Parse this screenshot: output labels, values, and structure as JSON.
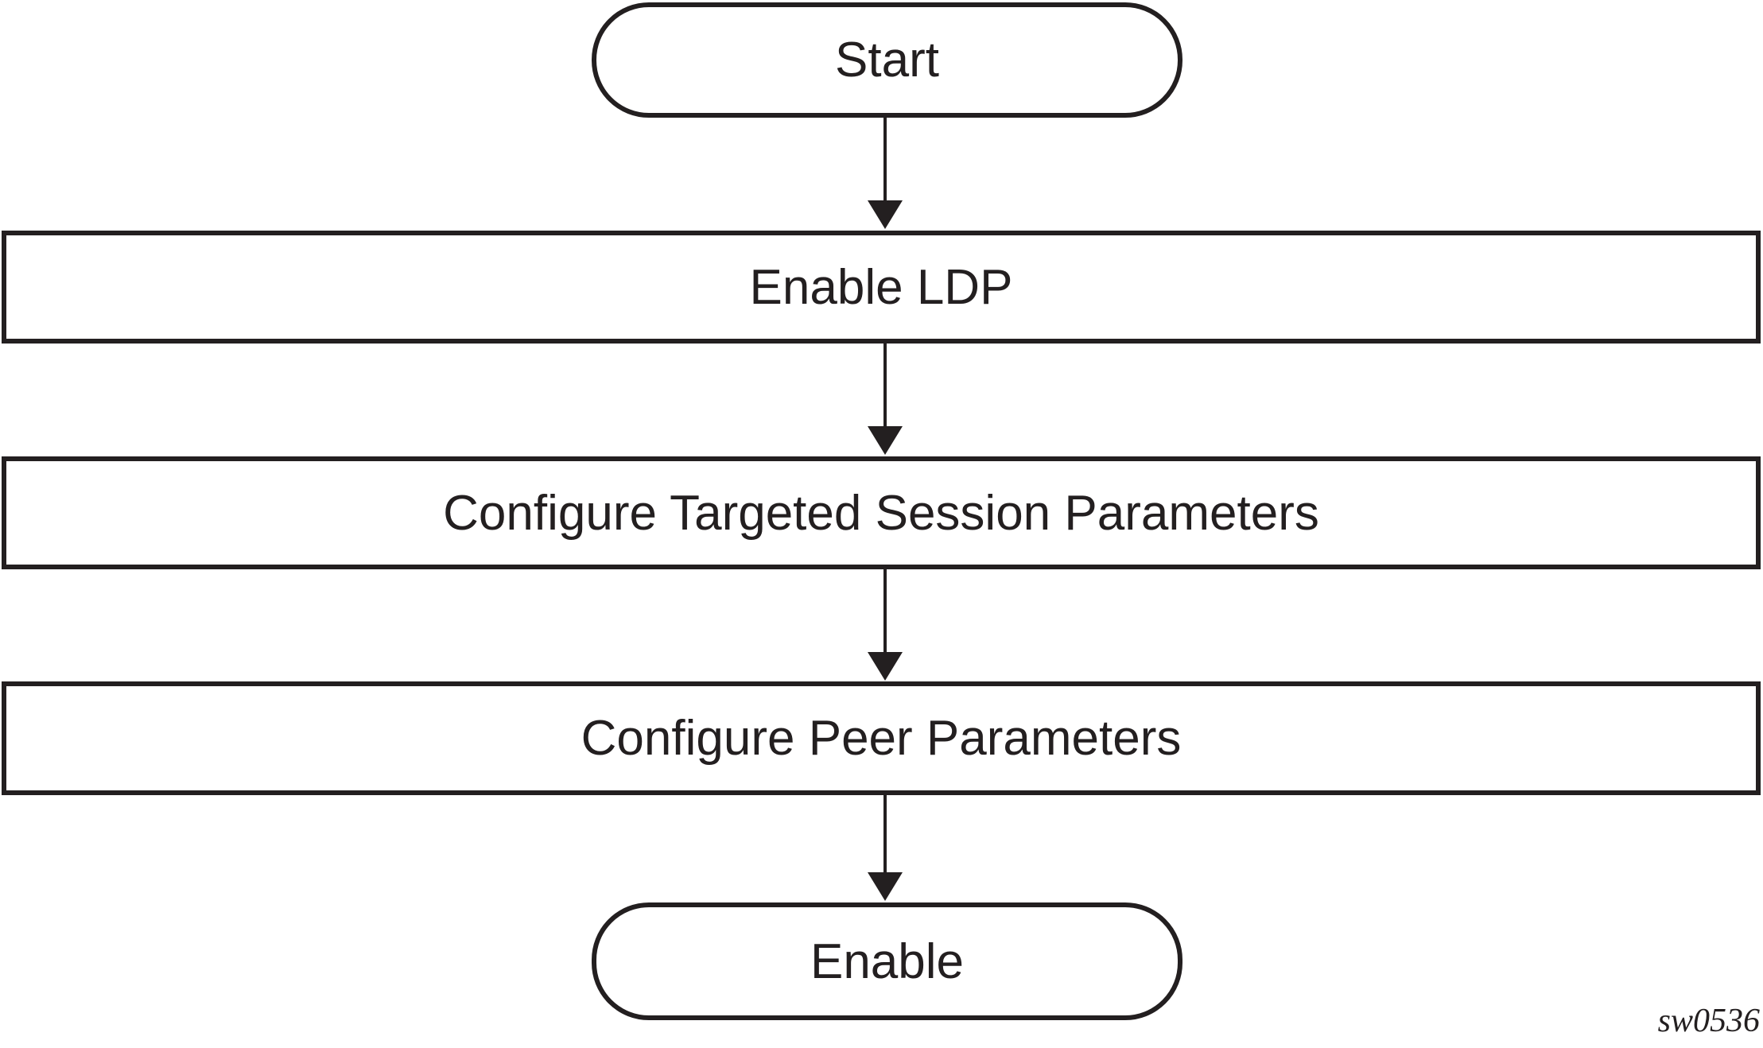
{
  "flowchart": {
    "nodes": [
      {
        "id": "start",
        "shape": "terminal",
        "label": "Start"
      },
      {
        "id": "enable-ldp",
        "shape": "process",
        "label": "Enable LDP"
      },
      {
        "id": "targeted-session",
        "shape": "process",
        "label": "Configure Targeted Session Parameters"
      },
      {
        "id": "peer-params",
        "shape": "process",
        "label": "Configure Peer Parameters"
      },
      {
        "id": "enable",
        "shape": "terminal",
        "label": "Enable"
      }
    ],
    "edges": [
      {
        "from": "start",
        "to": "enable-ldp"
      },
      {
        "from": "enable-ldp",
        "to": "targeted-session"
      },
      {
        "from": "targeted-session",
        "to": "peer-params"
      },
      {
        "from": "peer-params",
        "to": "enable"
      }
    ],
    "figure_id": "sw0536",
    "colors": {
      "stroke": "#231f20",
      "fill": "#ffffff",
      "text": "#231f20"
    }
  }
}
